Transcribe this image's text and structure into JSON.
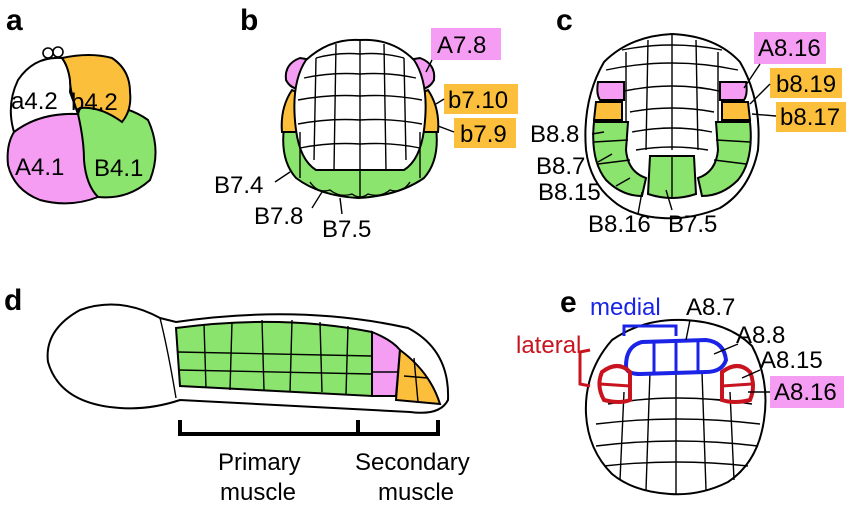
{
  "colors": {
    "pink": "#f59df3",
    "orange": "#fbbf3c",
    "green": "#8be46d",
    "white": "#ffffff",
    "medial_blue": "#1a23e6",
    "lateral_red": "#c8141e",
    "outline": "#000000"
  },
  "panels": {
    "a": {
      "letter": "a",
      "cells": {
        "a42": "a4.2",
        "b42": "b4.2",
        "A41": "A4.1",
        "B41": "B4.1"
      }
    },
    "b": {
      "letter": "b",
      "labels": {
        "A78": "A7.8",
        "b710": "b7.10",
        "b79": "b7.9",
        "B74": "B7.4",
        "B78": "B7.8",
        "B75": "B7.5"
      }
    },
    "c": {
      "letter": "c",
      "labels": {
        "A816": "A8.16",
        "b819": "b8.19",
        "b817": "b8.17",
        "B88": "B8.8",
        "B87": "B8.7",
        "B815": "B8.15",
        "B816": "B8.16",
        "B75": "B7.5"
      }
    },
    "d": {
      "letter": "d",
      "labels": {
        "primary_1": "Primary",
        "primary_2": "muscle",
        "secondary_1": "Secondary",
        "secondary_2": "muscle"
      }
    },
    "e": {
      "letter": "e",
      "labels": {
        "medial": "medial",
        "lateral": "lateral",
        "A87": "A8.7",
        "A88": "A8.8",
        "A815": "A8.15",
        "A816": "A8.16"
      }
    }
  }
}
